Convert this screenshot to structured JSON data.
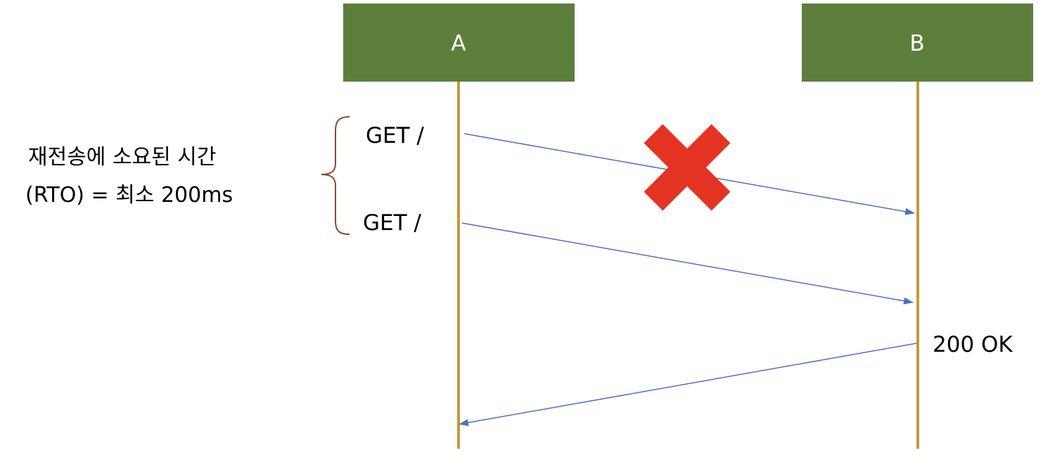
{
  "diagram": {
    "participants": [
      {
        "id": "A",
        "label": "A"
      },
      {
        "id": "B",
        "label": "B"
      }
    ],
    "messages": [
      {
        "from": "A",
        "to": "B",
        "label": "GET /",
        "lost": true
      },
      {
        "from": "A",
        "to": "B",
        "label": "GET /",
        "lost": false
      },
      {
        "from": "B",
        "to": "A",
        "label": "200 OK",
        "lost": false
      }
    ],
    "annotation": {
      "line1": "재전송에 소요된 시간",
      "line2": "(RTO) = 최소 200ms"
    },
    "colors": {
      "participant_box": "#5b7f3b",
      "participant_text": "#ffffff",
      "lifeline": "#c39a35",
      "arrow": "#4a72c4",
      "loss_mark": "#e53323",
      "brace": "#8b4a2b",
      "text": "#000000"
    },
    "loss_icon": "x-mark-icon"
  }
}
